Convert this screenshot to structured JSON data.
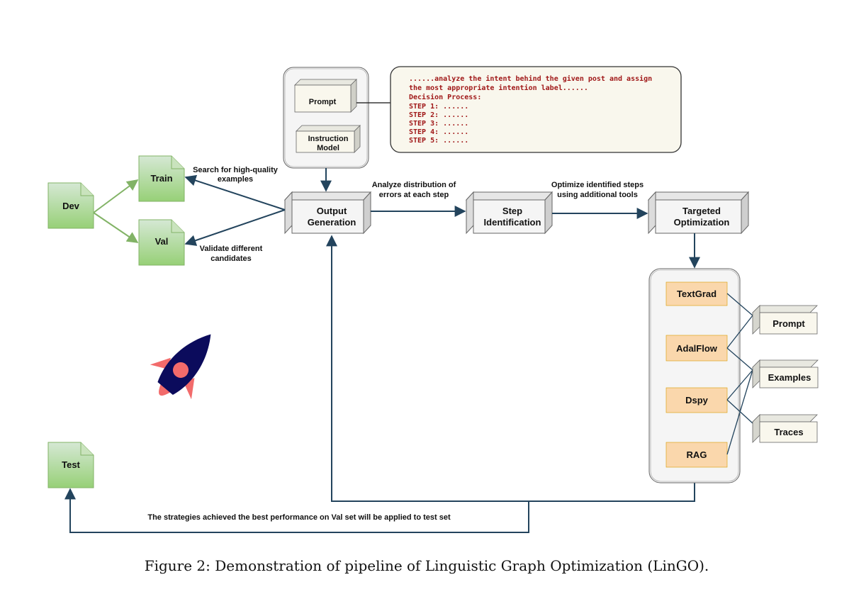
{
  "files": {
    "dev": "Dev",
    "train": "Train",
    "val": "Val",
    "test": "Test"
  },
  "input_group": {
    "prompt": "Prompt",
    "instruction_line1": "Instruction",
    "instruction_line2": "Model"
  },
  "code_box": {
    "lines": [
      "......analyze the intent behind the given post and assign",
      "the most appropriate intention label......",
      "Decision Process:",
      "STEP 1: ......",
      "STEP 2: ......",
      "STEP 3: ......",
      "STEP 4: ......",
      "STEP 5: ......"
    ]
  },
  "stages": {
    "output_line1": "Output",
    "output_line2": "Generation",
    "step_line1": "Step",
    "step_line2": "Identification",
    "target_line1": "Targeted",
    "target_line2": "Optimization"
  },
  "annotations": {
    "search_line1": "Search for high-quality",
    "search_line2": "examples",
    "validate_line1": "Validate different",
    "validate_line2": "candidates",
    "analyze_line1": "Analyze distribution of",
    "analyze_line2": "errors at each step",
    "optimize_line1": "Optimize identified steps",
    "optimize_line2": "using additional tools",
    "bottom": "The strategies achieved the best performance on Val set will be applied to test set"
  },
  "tools": [
    "TextGrad",
    "AdalFlow",
    "Dspy",
    "RAG"
  ],
  "targets": [
    "Prompt",
    "Examples",
    "Traces"
  ],
  "caption": "Figure 2: Demonstration of pipeline of Linguistic Graph Optimization (LinGO).",
  "colors": {
    "file_green": "#8fcf73",
    "file_border": "#82b366",
    "tool_orange": "#fad7ac",
    "tool_border": "#d79b00",
    "arrow_navy": "#23445d",
    "arrow_green": "#82b366",
    "code_text": "#a01818",
    "rocket_navy": "#0b0b5c",
    "rocket_coral": "#f26b6b"
  }
}
